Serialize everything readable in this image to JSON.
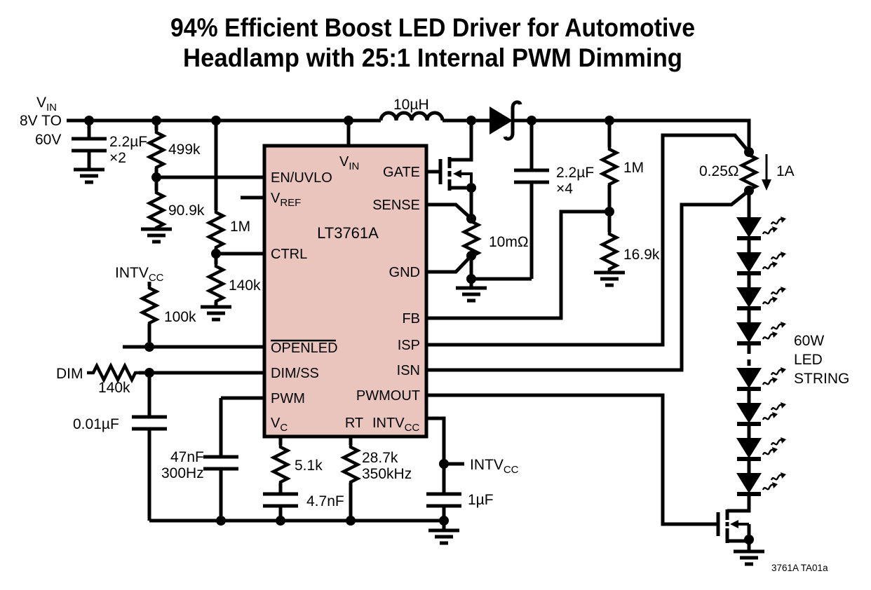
{
  "title": {
    "line1": "94% Efficient Boost LED Driver for Automotive",
    "line2": "Headlamp with 25:1 Internal PWM Dimming"
  },
  "colors": {
    "ic_fill": "#e9c5bd",
    "line": "#000000"
  },
  "input": {
    "v": "V",
    "v_sub": "IN",
    "range_top": "8V TO",
    "range_bottom": "60V",
    "cap": "2.2µF",
    "cap_qty": "×2"
  },
  "left": {
    "r_499k": "499k",
    "r_90k9": "90.9k",
    "r_1m": "1M",
    "r_140k": "140k",
    "intvcc": "INTV",
    "intvcc_sub": "CC",
    "r_100k": "100k",
    "dim": "DIM",
    "dim_r": "140k",
    "dim_cap": "0.01µF",
    "pwm_cap": "47nF",
    "pwm_cap_freq": "300Hz"
  },
  "bottom": {
    "vc_r": "5.1k",
    "vc_cap": "4.7nF",
    "rt_r": "28.7k",
    "rt_freq": "350kHz",
    "intvcc": "INTV",
    "intvcc_sub": "CC",
    "intvcc_cap": "1µF"
  },
  "ic": {
    "part": "LT3761A",
    "pin_en_uvlo": "EN/UVLO",
    "pin_vref": "V",
    "pin_vref_sub": "REF",
    "pin_ctrl": "CTRL",
    "pin_openled": "OPENLED",
    "pin_dim_ss": "DIM/SS",
    "pin_pwm": "PWM",
    "pin_vc": "V",
    "pin_vc_sub": "C",
    "pin_vin": "V",
    "pin_vin_sub": "IN",
    "pin_gate": "GATE",
    "pin_sense": "SENSE",
    "pin_gnd": "GND",
    "pin_fb": "FB",
    "pin_isp": "ISP",
    "pin_isn": "ISN",
    "pin_pwmout": "PWMOUT",
    "pin_rt": "RT",
    "pin_intvcc": "INTV",
    "pin_intvcc_sub": "CC"
  },
  "power": {
    "inductor": "10µH",
    "sense_r": "10mΩ",
    "out_cap": "2.2µF",
    "out_cap_qty": "×4"
  },
  "feedback": {
    "r_top": "1M",
    "r_bottom": "16.9k"
  },
  "led": {
    "sense_r": "0.25Ω",
    "current": "1A",
    "rating_line1": "60W",
    "rating_line2": "LED",
    "rating_line3": "STRING"
  },
  "note": {
    "ref": "3761A TA01a"
  }
}
